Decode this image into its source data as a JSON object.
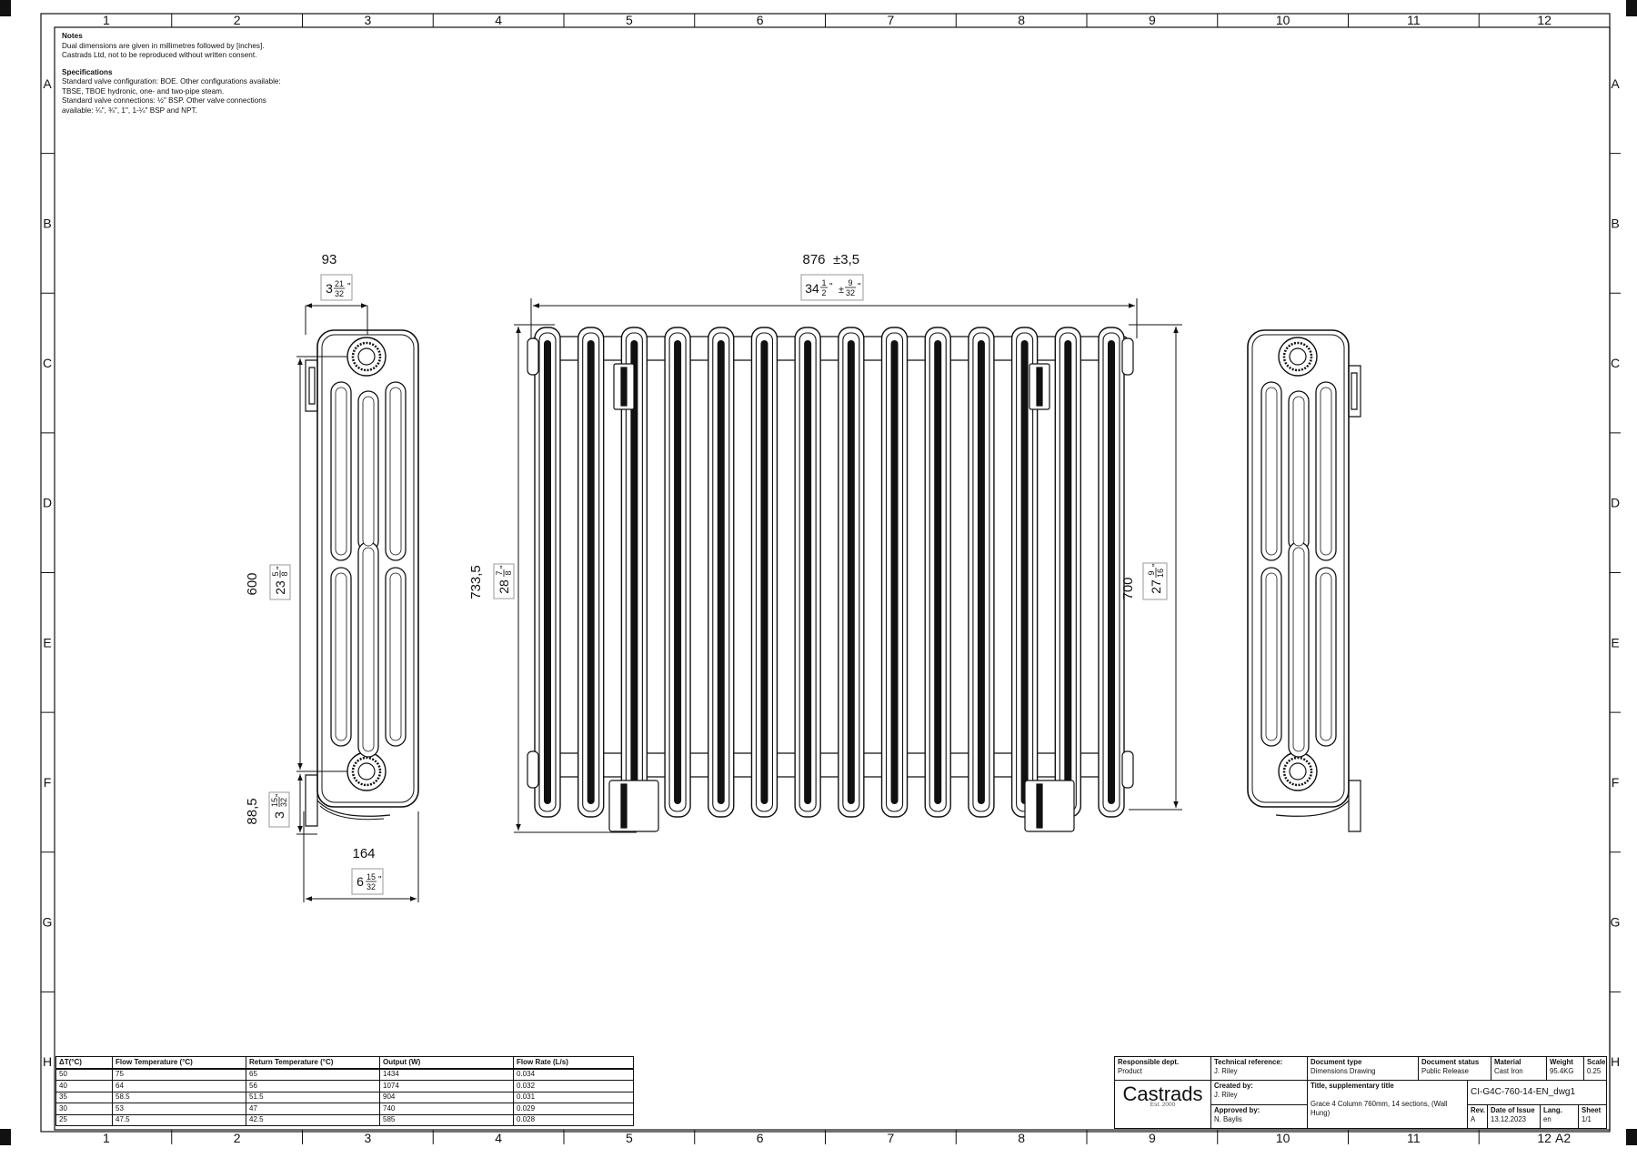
{
  "grid": {
    "columns": [
      "1",
      "2",
      "3",
      "4",
      "5",
      "6",
      "7",
      "8",
      "9",
      "10",
      "11",
      "12"
    ],
    "rows": [
      "A",
      "B",
      "C",
      "D",
      "E",
      "F",
      "G",
      "H"
    ]
  },
  "notes": {
    "heading": "Notes",
    "lines": [
      "Dual dimensions are given in millimetres followed by [inches].",
      "Castrads Ltd, not to be reproduced without written consent."
    ],
    "spec_heading": "Specifications",
    "spec_lines": [
      "Standard valve configuration: BOE. Other configurations available:",
      "TBSE, TBOE hydronic, one- and two-pipe steam.",
      "Standard valve connections: ½\" BSP. Other valve connections",
      "available: ¼\", ¾\", 1\", 1-¼\" BSP and NPT."
    ]
  },
  "dimensions": {
    "side_width_mm": "93",
    "side_width_in_whole": "3",
    "side_width_in_num": "21",
    "side_width_in_den": "32",
    "centres_mm": "600",
    "centres_in_whole": "23",
    "centres_in_num": "5",
    "centres_in_den": "8",
    "bottom_mm": "88,5",
    "bottom_in_whole": "3",
    "bottom_in_num": "15",
    "bottom_in_den": "32",
    "depth_mm": "164",
    "depth_in_whole": "6",
    "depth_in_num": "15",
    "depth_in_den": "32",
    "length_mm": "876",
    "length_tol_mm": "±3,5",
    "length_in_whole": "34",
    "length_in_num": "1",
    "length_in_den": "2",
    "length_tol_in_num": "9",
    "length_tol_in_den": "32",
    "overall_height_mm": "733,5",
    "overall_height_in_whole": "28",
    "overall_height_in_num": "7",
    "overall_height_in_den": "8",
    "height_mm": "700",
    "height_in_whole": "27",
    "height_in_num": "9",
    "height_in_den": "16",
    "inch_mark": "\""
  },
  "performance_table": {
    "headers": [
      "ΔT(°C)",
      "Flow Temperature (°C)",
      "Return Temperature (°C)",
      "Output (W)",
      "Flow Rate (L/s)"
    ],
    "rows": [
      [
        "50",
        "75",
        "65",
        "1434",
        "0.034"
      ],
      [
        "40",
        "64",
        "56",
        "1074",
        "0.032"
      ],
      [
        "35",
        "58.5",
        "51.5",
        "904",
        "0.031"
      ],
      [
        "30",
        "53",
        "47",
        "740",
        "0.029"
      ],
      [
        "25",
        "47.5",
        "42.5",
        "585",
        "0.028"
      ]
    ]
  },
  "title_block": {
    "responsible_dept_label": "Responsible dept.",
    "responsible_dept": "Product",
    "technical_reference_label": "Technical reference:",
    "technical_reference": "J. Riley",
    "document_type_label": "Document type",
    "document_type": "Dimensions Drawing",
    "document_status_label": "Document status",
    "document_status": "Public Release",
    "material_label": "Material",
    "material": "Cast Iron",
    "weight_label": "Weight",
    "weight": "95.4KG",
    "scale_label": "Scale",
    "scale": "0.25",
    "logo": "Castrads",
    "logo_est": "Est. 2000",
    "created_by_label": "Created by:",
    "created_by": "J. Riley",
    "approved_by_label": "Approved by:",
    "approved_by": "N. Baylis",
    "title_label": "Title, supplementary title",
    "title": "Grace 4 Column 760mm, 14 sections, (Wall Hung)",
    "drawing_number": "CI-G4C-760-14-EN_dwg1",
    "rev_label": "Rev.",
    "rev": "A",
    "date_label": "Date of Issue",
    "date": "13.12.2023",
    "lang_label": "Lang.",
    "lang": "en",
    "sheet_label": "Sheet",
    "sheet": "1/1",
    "paper_size": "A2"
  }
}
